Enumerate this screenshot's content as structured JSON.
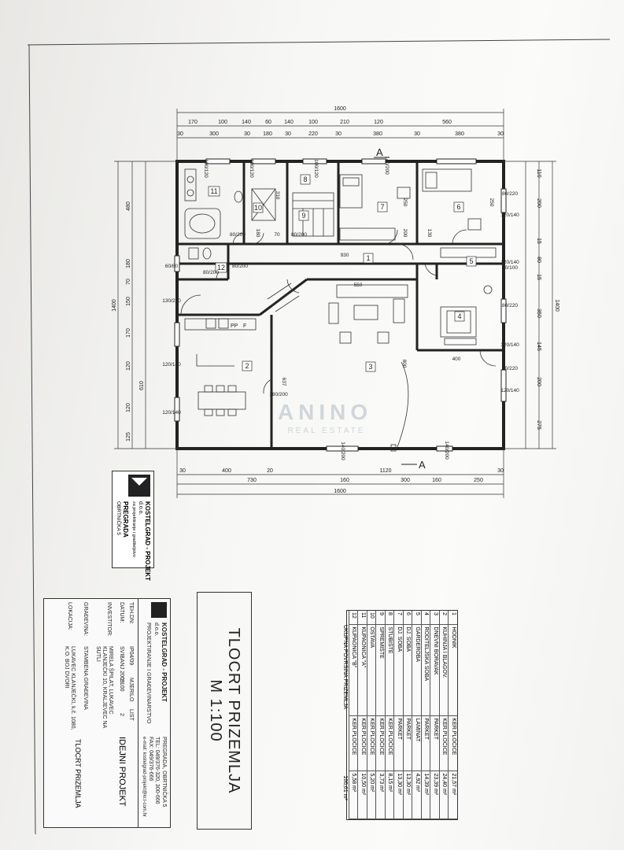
{
  "plan": {
    "top_total": "1600",
    "top_row1": [
      "170",
      "100",
      "140",
      "60",
      "140",
      "100",
      "210",
      "120",
      "560"
    ],
    "top_row2": [
      "30",
      "300",
      "30",
      "180",
      "30",
      "220",
      "30",
      "380",
      "30",
      "380",
      "30"
    ],
    "bottom_row1": [
      "30",
      "400",
      "20",
      "1120",
      "30"
    ],
    "bottom_row2": [
      "730",
      "160",
      "300",
      "160",
      "250"
    ],
    "bottom_total": "1600",
    "left_total": "1400",
    "left_dims": [
      "480",
      "180",
      "70",
      "150",
      "170",
      "120",
      "610",
      "120",
      "125"
    ],
    "right_total": "1400",
    "right_dims": [
      "110",
      "200",
      "15",
      "80",
      "15",
      "350",
      "145",
      "200",
      "275"
    ],
    "section_label": "A",
    "room_numbers": [
      "1",
      "2",
      "3",
      "4",
      "5",
      "6",
      "7",
      "8",
      "9",
      "10",
      "11",
      "12"
    ],
    "opening_labels": [
      "100/120",
      "100/120",
      "100/120",
      "140/200",
      "140/200",
      "80/200",
      "70",
      "80/200",
      "60/80",
      "80/200",
      "80/200",
      "130/220",
      "120/140",
      "120/140",
      "180/200",
      "80/220",
      "120/140",
      "120/140",
      "80/100",
      "80/220",
      "120/140",
      "80/220",
      "120/140",
      "140/200"
    ],
    "inner_dims": [
      "930",
      "550",
      "400",
      "637",
      "800",
      "250",
      "250",
      "310",
      "200",
      "130",
      "180"
    ],
    "appliance_labels": [
      "PP",
      "F"
    ]
  },
  "stamp": {
    "company": "KOSTELGRAD - PROJEKT",
    "form": "d.o.o.",
    "desc": "za projektiranje i graditeljstvo",
    "city": "PREGRADA",
    "street": "OBRTNIČKA 5"
  },
  "watermark": {
    "main": "ANINO",
    "sub": "REAL ESTATE"
  },
  "legend": {
    "company": "KOSTELGRAD - PROJEKT",
    "form": "d.o.o.",
    "desc": "PROJEKTIRANJE I GRAĐEVINARSTVO",
    "city": "PREGRADA, OBRTNIČKA 5",
    "tel": "TEL: 049/376-320, 300-666",
    "fax": "FAX: 049/376-666",
    "email": "e-mail: kostelgrad-projekt@kr.t-com.hr",
    "rows": [
      {
        "k": "TEH.DN:",
        "v": "IP04/09"
      },
      {
        "k": "DATUM:",
        "v": "SVIBANJ 2009"
      },
      {
        "k": "INVESTITOR:",
        "v": "MIRELA ŠPILAT, LUKAVEC KLANJEČKI 10, KRALJEVEC NA SUTLI"
      },
      {
        "k": "GRAĐEVINA:",
        "v": "STAMBENA GRAĐEVINA"
      },
      {
        "k": "LOKACIJA:",
        "v": "LUKAVEC KLANJEČKI, k.č. 1080, K.O. BOJ DVORI"
      }
    ],
    "scale_label": "MJERILO",
    "scale": "1:100",
    "sheet_label": "LIST",
    "sheet": "2",
    "project_type": "IDEJNI PROJEKT",
    "drawing": "TLOCRT PRIZEMLJA"
  },
  "title": {
    "main": "TLOCRT PRIZEMLJA",
    "scale": "M 1:100"
  },
  "areas": {
    "rows": [
      {
        "n": "1",
        "name": "HODNIK",
        "floor": "KER.PLOČICE",
        "area": "21,57 m²"
      },
      {
        "n": "2",
        "name": "KUHINJA I BLAGOV.",
        "floor": "KER.PLOČICE",
        "area": "24,40 m²"
      },
      {
        "n": "3",
        "name": "DNEVNI BORAVAK",
        "floor": "PARKET",
        "area": "23,39 m²"
      },
      {
        "n": "4",
        "name": "RODITELJSKA SOBA",
        "floor": "PARKET",
        "area": "14,39 m²"
      },
      {
        "n": "5",
        "name": "GARDEROBA",
        "floor": "LAMINAT",
        "area": "4,92 m²"
      },
      {
        "n": "6",
        "name": "DJ. SOBA",
        "floor": "PARKET",
        "area": "13,30 m²"
      },
      {
        "n": "7",
        "name": "DJ. SOBA",
        "floor": "PARKET",
        "area": "13,30 m²"
      },
      {
        "n": "8",
        "name": "STUBIŠTE",
        "floor": "KER.PLOČICE",
        "area": "8,15 m²"
      },
      {
        "n": "9",
        "name": "SPREMIŠTE",
        "floor": "KER.PLOČICE",
        "area": "3,73 m²"
      },
      {
        "n": "10",
        "name": "OSTAVA",
        "floor": "KER.PLOČICE",
        "area": "5,20 m²"
      },
      {
        "n": "11",
        "name": "KUPAONICA \"A\"",
        "floor": "KER.PLOČICE",
        "area": "10,50 m²"
      },
      {
        "n": "12",
        "name": "KUPAONICA \"B\"",
        "floor": "KER.PLOČICE",
        "area": "5,58 m²"
      }
    ],
    "total_label": "UKUPNA POVRŠINA PRIZEMLJA",
    "total": "166,61 m²"
  }
}
